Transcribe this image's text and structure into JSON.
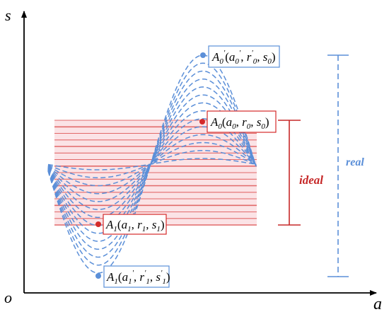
{
  "axes": {
    "x_label": "a",
    "y_label": "s",
    "origin_label": "o"
  },
  "points": {
    "A0_prime": {
      "name": "A",
      "sub": "0",
      "a": "a",
      "r": "r",
      "s": "s",
      "prime": "'",
      "color": "#5b8fd8"
    },
    "A0": {
      "name": "A",
      "sub": "0",
      "a": "a",
      "r": "r",
      "s": "s",
      "color": "#d42a2a"
    },
    "A1": {
      "name": "A",
      "sub": "1",
      "a": "a",
      "r": "r",
      "s": "s",
      "color": "#d42a2a"
    },
    "A1_prime": {
      "name": "A",
      "sub": "1",
      "a": "a",
      "r": "r",
      "s": "s",
      "prime": "'",
      "color": "#5b8fd8"
    }
  },
  "brackets": {
    "ideal": {
      "label": "ideal",
      "color": "#c62828"
    },
    "real": {
      "label": "real",
      "color": "#5b8fd8"
    }
  },
  "colors": {
    "axis": "#000000",
    "ideal_lines": "#e26a6a",
    "ideal_fill": "#fbe3e6",
    "real_curves": "#5b8fd8"
  }
}
